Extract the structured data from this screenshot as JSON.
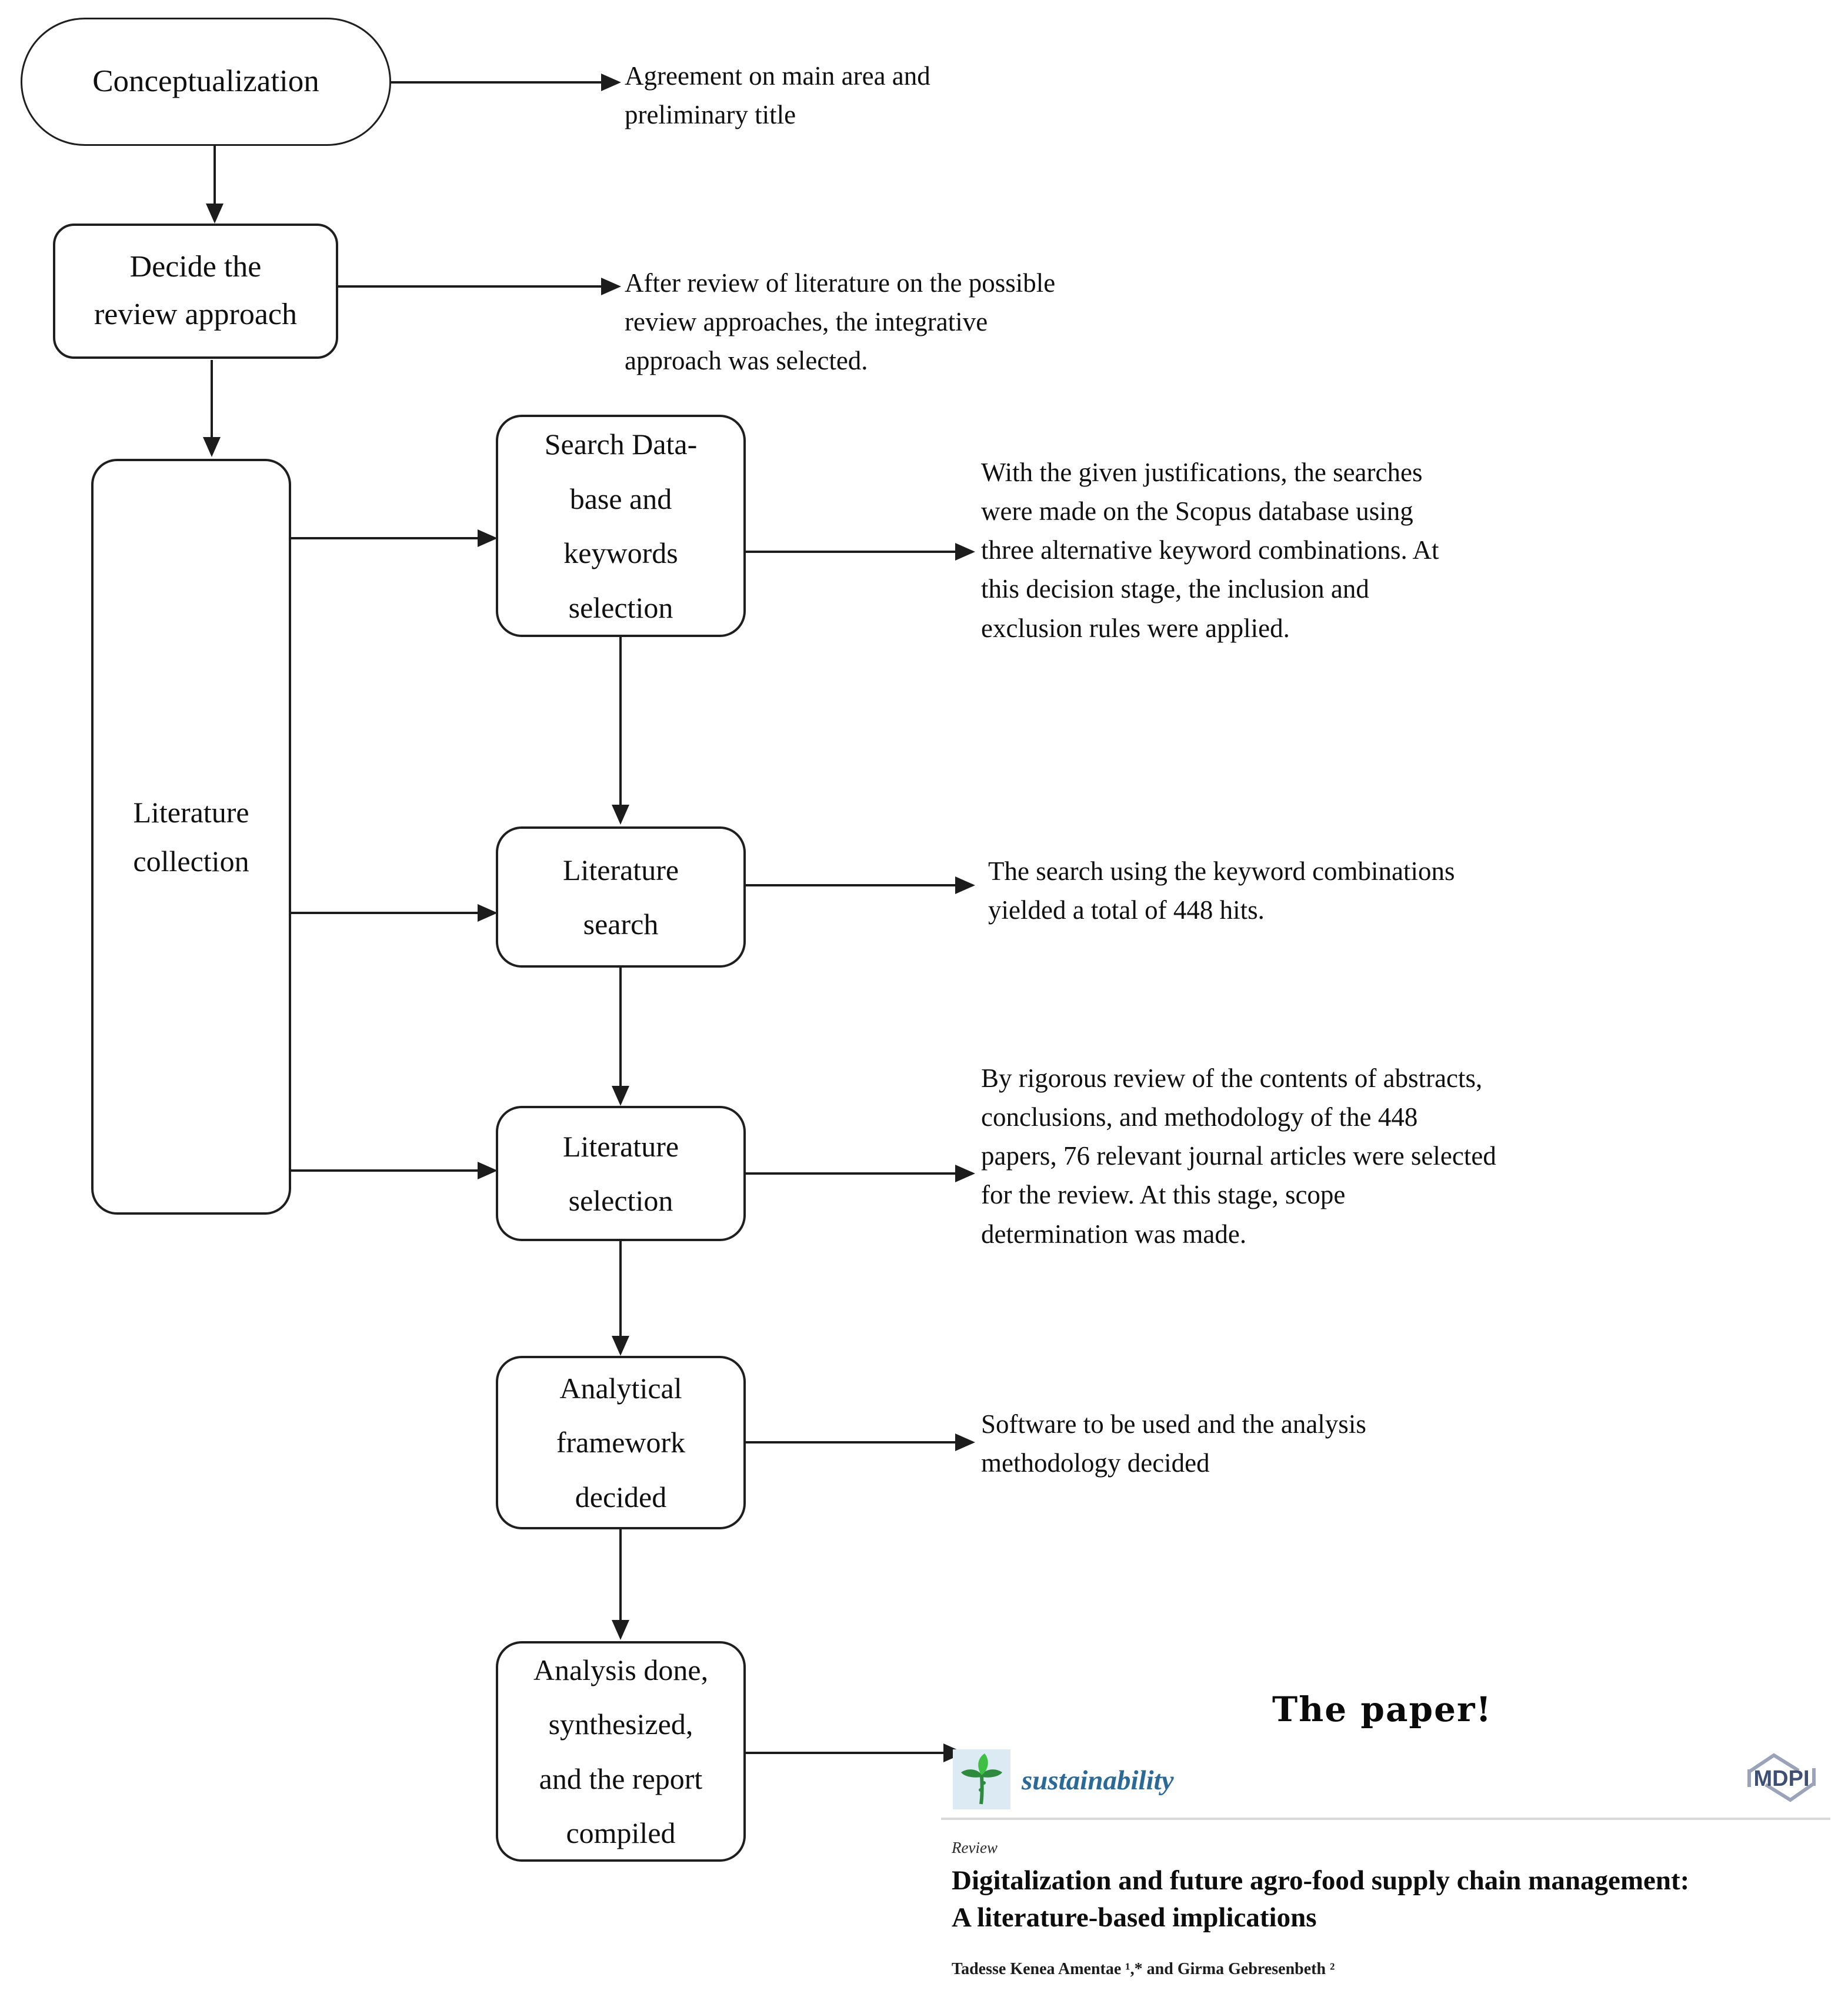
{
  "figure": {
    "kind": "flowchart",
    "description": "Review methodology flowchart ending in the published paper"
  },
  "colors": {
    "journal_text": "#2b6a97",
    "mdpi_text": "#3f4e73",
    "mdpi_frame": "#9aa3b8",
    "icon_bg": "#dceaf4",
    "leaf_light": "#3fbf44",
    "leaf_dark": "#2d8a3e",
    "divider": "#d9d9d9",
    "line": "#1c1c1c"
  },
  "flowchart": {
    "nodes": [
      {
        "id": "conceptualization",
        "lines": [
          "Conceptualization"
        ]
      },
      {
        "id": "decide-review-approach",
        "lines": [
          "Decide the",
          "review approach"
        ]
      },
      {
        "id": "literature-collection",
        "lines": [
          "Literature",
          "collection"
        ]
      },
      {
        "id": "search-database-keywords",
        "lines": [
          "Search Data-",
          "base and",
          "keywords",
          "selection"
        ]
      },
      {
        "id": "literature-search",
        "lines": [
          "Literature",
          "search"
        ]
      },
      {
        "id": "literature-selection",
        "lines": [
          "Literature",
          "selection"
        ]
      },
      {
        "id": "analytical-framework",
        "lines": [
          "Analytical",
          "framework",
          "decided"
        ]
      },
      {
        "id": "analysis-report",
        "lines": [
          "Analysis done,",
          "synthesized,",
          "and the report",
          "compiled"
        ]
      }
    ]
  },
  "annotations": [
    "Agreement on main area and preliminary title",
    "After review of literature on the possible review approaches, the integrative approach was selected.",
    "With the given justifications, the searches were made on the Scopus database using three alternative keyword combinations. At this decision stage, the inclusion and exclusion rules were applied.",
    "The search using the keyword combinations yielded a total of 448 hits.",
    "By rigorous review of the contents of abstracts, conclusions, and methodology of the 448 papers, 76 relevant journal articles were selected for the review. At this stage, scope determination was made.",
    "Software to be used and the analysis methodology decided"
  ],
  "paper": {
    "heading": "The paper!",
    "journal_name": "sustainability",
    "publisher": "MDPI",
    "article_type": "Review",
    "title_line1": "Digitalization and future agro-food supply chain management:",
    "title_line2": "A literature-based implications",
    "authors": "Tadesse Kenea Amentae ¹,* and Girma Gebresenbeth ²",
    "icons": {
      "journal_logo": "seedling-icon",
      "publisher_logo": "mdpi-diamond-icon"
    }
  }
}
